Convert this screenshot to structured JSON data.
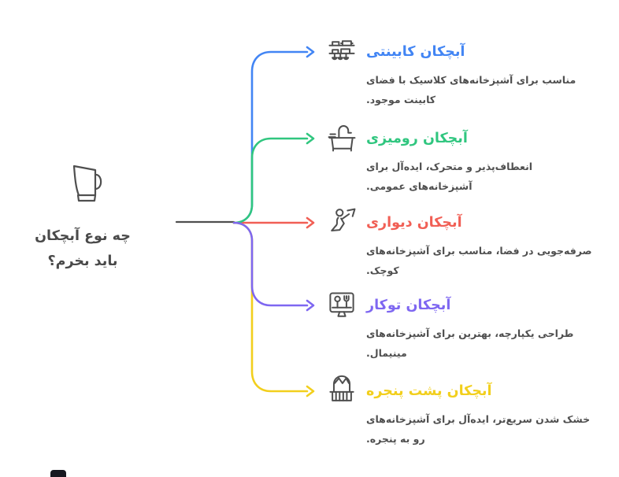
{
  "page": {
    "background": "#ffffff",
    "description_color": "#4f4f4f"
  },
  "root_node": {
    "icon": "pitcher-icon",
    "title_lines": [
      "چه نوع آبچکان",
      "باید بخرم؟"
    ]
  },
  "connector": {
    "stem_color": "#4f4f4f"
  },
  "items": [
    {
      "icon": "cabinet-rack-icon",
      "title": "آبچکان کابینتی",
      "description": "مناسب برای آشپزخانه‌های کلاسیک با فضای کابینت موجود.",
      "color": "#4285f4"
    },
    {
      "icon": "countertop-rack-icon",
      "title": "آبچکان رومیزی",
      "description": "انعطاف‌پذیر و متحرک، ایده‌آل برای آشپزخانه‌های عمومی.",
      "color": "#30c67f"
    },
    {
      "icon": "wall-mount-rack-icon",
      "title": "آبچکان دیواری",
      "description": "صرفه‌جویی در فضا، مناسب برای آشپزخانه‌های کوچک.",
      "color": "#f15f55"
    },
    {
      "icon": "built-in-rack-icon",
      "title": "آبچکان توکار",
      "description": "طراحی یکپارچه، بهترین برای آشپزخانه‌های مینیمال.",
      "color": "#7e67f1"
    },
    {
      "icon": "window-rack-icon",
      "title": "آبچکان پشت پنجره",
      "description": "خشک شدن سریع‌تر، ایده‌آل برای آشپزخانه‌های رو به پنجره.",
      "color": "#f2cf1d"
    }
  ]
}
